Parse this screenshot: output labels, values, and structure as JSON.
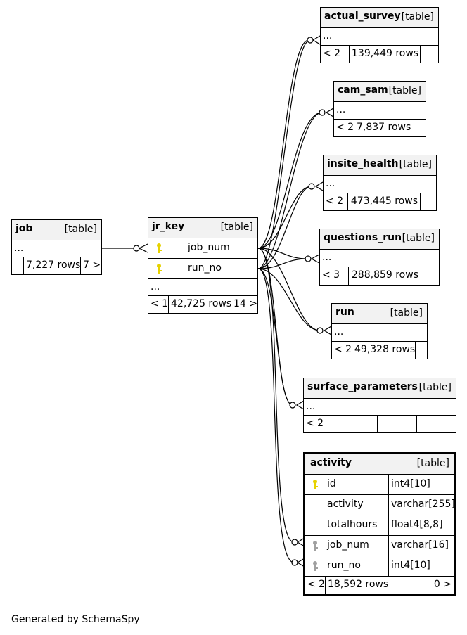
{
  "tables": {
    "job": {
      "name": "job",
      "kind": "[table]",
      "ellipsis": "...",
      "stats": [
        "",
        "7,227 rows",
        "7 >"
      ]
    },
    "jr_key": {
      "name": "jr_key",
      "kind": "[table]",
      "col1": "job_num",
      "col2": "run_no",
      "ellipsis": "...",
      "stats": [
        "< 1",
        "42,725 rows",
        "14 >"
      ]
    },
    "actual_survey": {
      "name": "actual_survey",
      "kind": "[table]",
      "ellipsis": "...",
      "stats": [
        "< 2",
        "139,449 rows",
        ""
      ]
    },
    "cam_sam": {
      "name": "cam_sam",
      "kind": "[table]",
      "ellipsis": "...",
      "stats": [
        "< 2",
        "7,837 rows",
        ""
      ]
    },
    "insite_health": {
      "name": "insite_health",
      "kind": "[table]",
      "ellipsis": "...",
      "stats": [
        "< 2",
        "473,445 rows",
        ""
      ]
    },
    "questions_run": {
      "name": "questions_run",
      "kind": "[table]",
      "ellipsis": "...",
      "stats": [
        "< 3",
        "288,859 rows",
        ""
      ]
    },
    "run": {
      "name": "run",
      "kind": "[table]",
      "ellipsis": "...",
      "stats": [
        "< 2",
        "49,328 rows",
        ""
      ]
    },
    "surface_parameters": {
      "name": "surface_parameters",
      "kind": "[table]",
      "ellipsis": "...",
      "stats": [
        "< 2",
        "",
        ""
      ]
    },
    "activity": {
      "name": "activity",
      "kind": "[table]",
      "columns": [
        {
          "name": "id",
          "type": "int4[10]",
          "key": "primary"
        },
        {
          "name": "activity",
          "type": "varchar[255]",
          "key": "none"
        },
        {
          "name": "totalhours",
          "type": "float4[8,8]",
          "key": "none"
        },
        {
          "name": "job_num",
          "type": "varchar[16]",
          "key": "foreign"
        },
        {
          "name": "run_no",
          "type": "int4[10]",
          "key": "foreign"
        }
      ],
      "stats": [
        "< 2",
        "18,592 rows",
        "0 >"
      ]
    }
  },
  "colors": {
    "primary_key": "#e6d200",
    "foreign_key": "#a0a0a0",
    "header_bg": "#f2f2f2"
  },
  "footer": "Generated by SchemaSpy"
}
